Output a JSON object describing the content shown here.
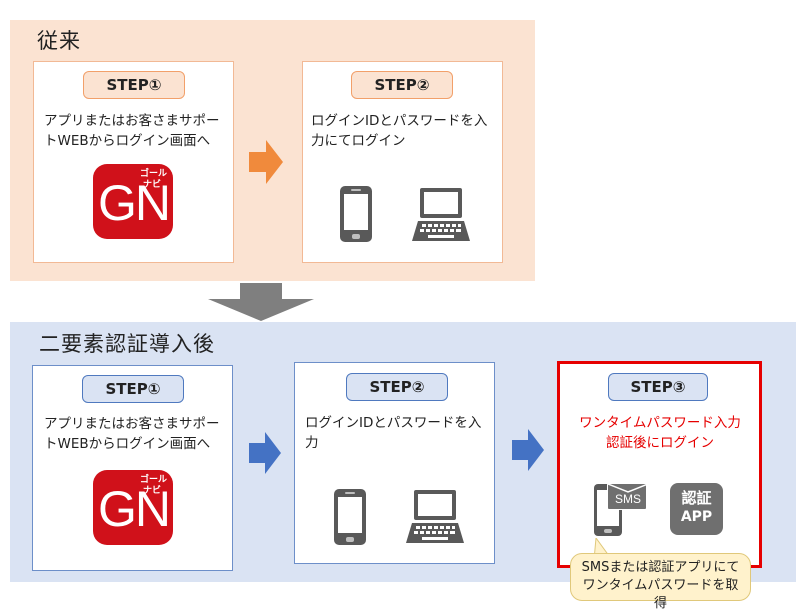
{
  "before": {
    "title": "従来",
    "step1": {
      "label": "STEP①",
      "text_line1": "アプリまたはお客さまサポー",
      "text_line2": "トWEBからログイン画面へ"
    },
    "step2": {
      "label": "STEP②",
      "text_line1": "ログインIDとパスワードを入",
      "text_line2": "力にてログイン"
    }
  },
  "after": {
    "title": "二要素認証導入後",
    "step1": {
      "label": "STEP①",
      "text_line1": "アプリまたはお客さまサポー",
      "text_line2": "トWEBからログイン画面へ"
    },
    "step2": {
      "label": "STEP②",
      "text_line1": "ログインIDとパスワードを入",
      "text_line2": "力"
    },
    "step3": {
      "label": "STEP③",
      "text_line1": "ワンタイムパスワード入力",
      "text_line2": "認証後にログイン",
      "sms_label": "SMS",
      "auth_app_line1": "認証",
      "auth_app_line2": "APP"
    }
  },
  "logo": {
    "text": "GN",
    "kana_top": "ゴール",
    "kana_bottom": "ナビ"
  },
  "callout": {
    "line1": "SMSまたは認証アプリにて",
    "line2": "ワンタイムパスワードを取得"
  },
  "colors": {
    "before_bg": "#fbe3d2",
    "after_bg": "#dae3f3",
    "orange_arrow": "#f08a3c",
    "blue_arrow": "#4472c4",
    "gray_arrow": "#7f7f7f",
    "highlight": "#e60000",
    "logo_red": "#d0111a"
  },
  "icons": [
    "smartphone-icon",
    "laptop-icon",
    "sms-phone-icon",
    "auth-app-icon",
    "arrow-right-icon",
    "arrow-down-icon"
  ]
}
